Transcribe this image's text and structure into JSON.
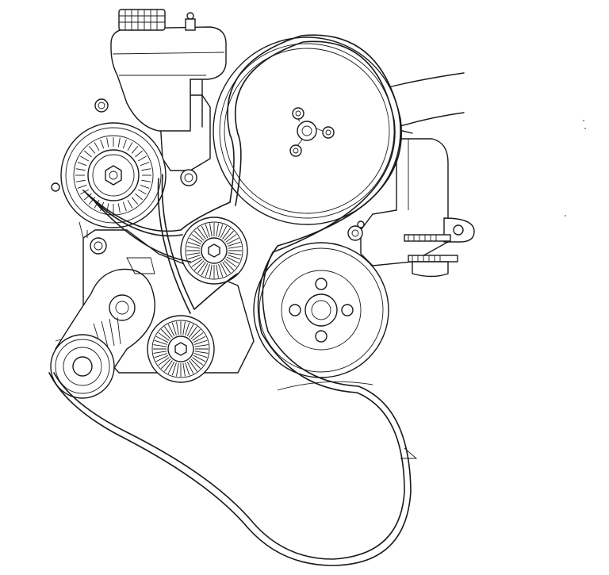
{
  "diagram": {
    "components": [
      {
        "id": "reservoir",
        "icon": "reservoir-icon"
      },
      {
        "id": "alternator",
        "icon": "alternator-icon"
      },
      {
        "id": "water-pump-pulley",
        "icon": "pulley-icon"
      },
      {
        "id": "crank-pulley",
        "icon": "pulley-icon"
      },
      {
        "id": "upper-idler",
        "icon": "idler-icon"
      },
      {
        "id": "lower-idler",
        "icon": "idler-icon"
      },
      {
        "id": "tensioner",
        "icon": "tensioner-icon"
      },
      {
        "id": "thermostat-housing",
        "icon": "housing-icon"
      },
      {
        "id": "serpentine-belt",
        "icon": "belt-icon"
      }
    ],
    "colors": {
      "line": "#1a1a1a",
      "background": "#ffffff"
    }
  }
}
